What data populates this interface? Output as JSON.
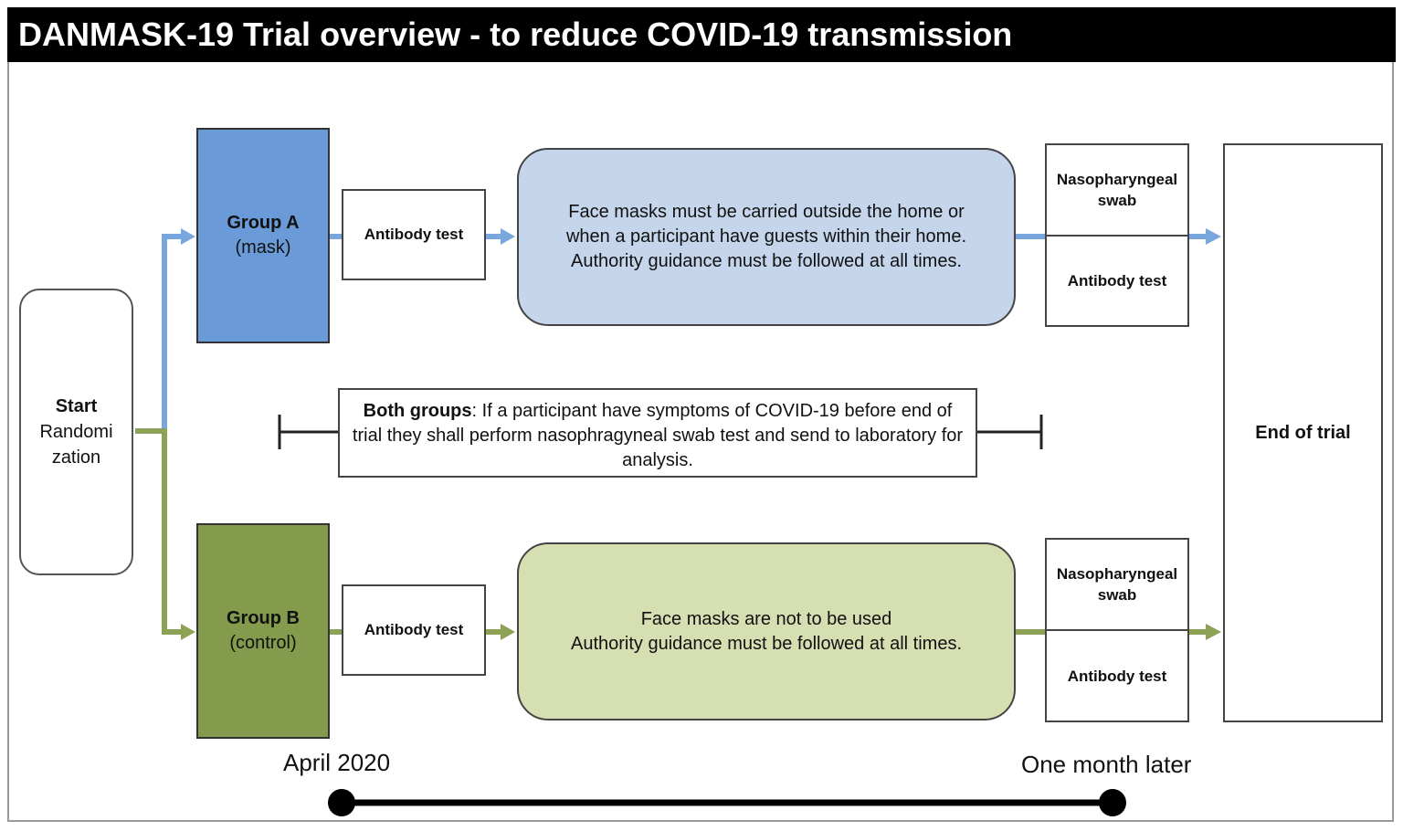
{
  "title": "DANMASK-19 Trial overview - to reduce COVID-19 transmission",
  "start": {
    "line1": "Start",
    "line2": "Randomi",
    "line3": "zation"
  },
  "group_a": {
    "name": "Group A",
    "sub": "(mask)"
  },
  "group_b": {
    "name": "Group B",
    "sub": "(control)"
  },
  "antibody_test_label": "Antibody test",
  "group_a_instructions": {
    "line1": "Face masks must be carried outside the home or",
    "line2": "when a participant have guests within their home.",
    "line3": "Authority guidance must be followed at all times."
  },
  "group_b_instructions": {
    "line1": "Face masks are not to be used",
    "line2": "Authority guidance must be followed at all times."
  },
  "swab_label": {
    "line1": "Nasopharyngeal",
    "line2": "swab"
  },
  "end_label": "End of trial",
  "both_groups": {
    "bold": "Both groups",
    "text": ": If a participant have symptoms of COVID-19 before end of trial they shall perform nasophragyneal swab test and send to laboratory for analysis."
  },
  "timeline": {
    "start": "April 2020",
    "end": "One month later"
  },
  "colors": {
    "blue": "#6a9bd8",
    "blue_light": "#c5d6ec",
    "green": "#849b4d",
    "green_light": "#d6dfb2",
    "arrow_blue": "#7aa6de",
    "arrow_green": "#8ea255"
  }
}
